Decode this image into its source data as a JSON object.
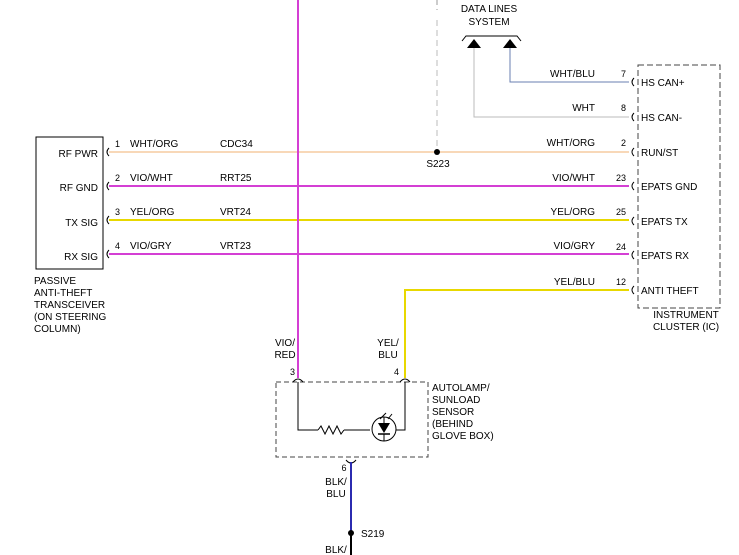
{
  "top_module": {
    "label_line1": "DATA LINES",
    "label_line2": "SYSTEM"
  },
  "transceiver": {
    "name_lines": [
      "PASSIVE",
      "ANTI-THEFT",
      "TRANSCEIVER",
      "(ON STEERING",
      "COLUMN)"
    ],
    "pins": [
      {
        "pin": "1",
        "label": "RF PWR"
      },
      {
        "pin": "2",
        "label": "RF GND"
      },
      {
        "pin": "3",
        "label": "TX SIG"
      },
      {
        "pin": "4",
        "label": "RX SIG"
      }
    ]
  },
  "cluster": {
    "name_lines": [
      "INSTRUMENT",
      "CLUSTER (IC)"
    ],
    "pins": [
      {
        "pin": "7",
        "label": "HS CAN+"
      },
      {
        "pin": "8",
        "label": "HS CAN-"
      },
      {
        "pin": "2",
        "label": "RUN/ST"
      },
      {
        "pin": "23",
        "label": "EPATS GND"
      },
      {
        "pin": "25",
        "label": "EPATS TX"
      },
      {
        "pin": "24",
        "label": "EPATS RX"
      },
      {
        "pin": "12",
        "label": "ANTI THEFT"
      }
    ]
  },
  "wires": {
    "can_plus_color": "WHT/BLU",
    "can_minus_color": "WHT",
    "rf_pwr": {
      "color_left": "WHT/ORG",
      "circuit": "CDC34",
      "color_right": "WHT/ORG"
    },
    "rf_gnd": {
      "color_left": "VIO/WHT",
      "circuit": "RRT25",
      "color_right": "VIO/WHT"
    },
    "tx_sig": {
      "color_left": "YEL/ORG",
      "circuit": "VRT24",
      "color_right": "YEL/ORG"
    },
    "rx_sig": {
      "color_left": "VIO/GRY",
      "circuit": "VRT23",
      "color_right": "VIO/GRY"
    },
    "anti_theft_color": "YEL/BLU",
    "vio_red_lines": [
      "VIO/",
      "RED"
    ],
    "yel_blu_lines": [
      "YEL/",
      "BLU"
    ],
    "blk_blu_lines": [
      "BLK/",
      "BLU"
    ],
    "bottom_partial": "BLK/"
  },
  "splices": {
    "s223": "S223",
    "s219": "S219"
  },
  "sensor": {
    "name_lines": [
      "AUTOLAMP/",
      "SUNLOAD",
      "SENSOR",
      "(BEHIND",
      "GLOVE BOX)"
    ],
    "pin_left": "3",
    "pin_right": "4",
    "pin_bottom": "6"
  },
  "colors": {
    "magenta": "#d43fd4",
    "yellow": "#e8d800",
    "orange": "#f0b070",
    "gray": "#999999",
    "blue": "#2b2bb0",
    "steelblue": "#6a7fb0",
    "dashed_box": "#444444"
  }
}
